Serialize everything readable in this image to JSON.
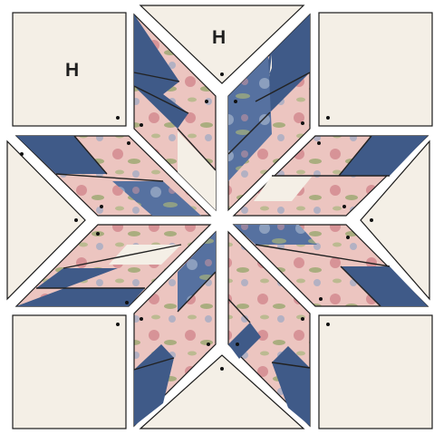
{
  "labels": {
    "corner_top_left": "H",
    "triangle_top": "H"
  },
  "colors": {
    "background": "#ffffff",
    "cream": "#f4efe6",
    "navy": "#3f5a88",
    "pink": "#ecc6c2",
    "outline": "#1a1a1a"
  },
  "icons": [
    "registration-dot"
  ]
}
